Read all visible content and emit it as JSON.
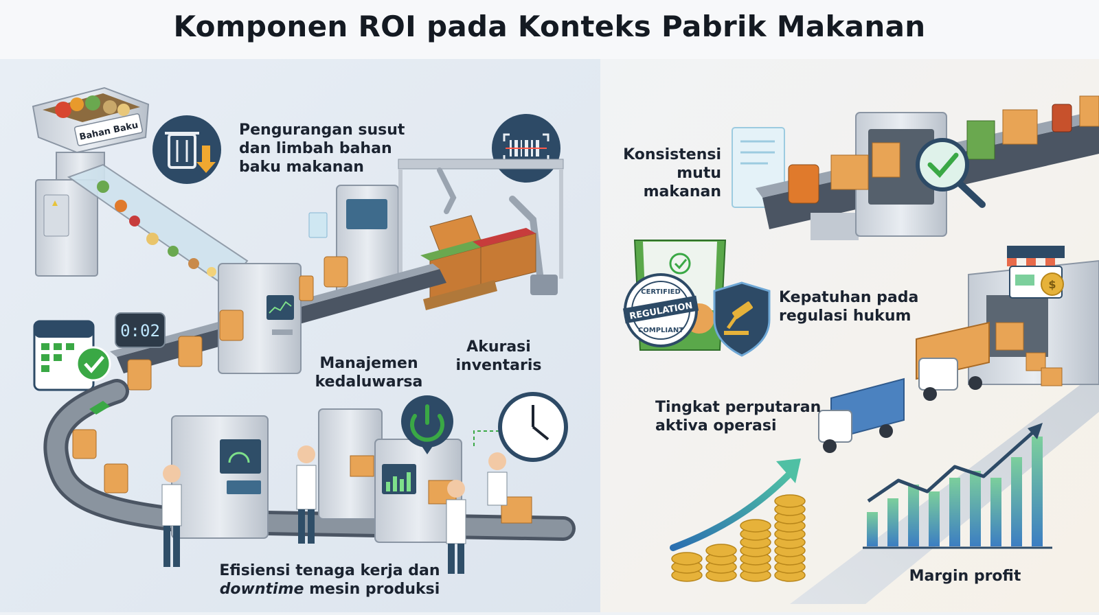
{
  "title": "Komponen ROI pada Konteks Pabrik Makanan",
  "hopper_label": "Bahan Baku",
  "timer_text": "0:02",
  "badge": {
    "line1": "CERTIFIED",
    "line2": "REGULATION",
    "line3": "COMPLIANT"
  },
  "labels": {
    "waste": [
      "Pengurangan susut",
      "dan limbah bahan",
      "baku makanan"
    ],
    "expiry": [
      "Manajemen",
      "kedaluwarsa"
    ],
    "inventory": [
      "Akurasi",
      "inventaris"
    ],
    "efficiency": {
      "line1": "Efisiensi tenaga kerja dan",
      "line2_em": "downtime",
      "line2_rest": " mesin produksi"
    },
    "quality": [
      "Konsistensi",
      "mutu",
      "makanan"
    ],
    "compliance": [
      "Kepatuhan pada",
      "regulasi hukum"
    ],
    "turnover": [
      "Tingkat perputaran",
      "aktiva operasi"
    ],
    "margin": "Margin profit"
  },
  "colors": {
    "accent_green": "#3aa845",
    "icon_navy": "#2d4a66",
    "panel_right": "#f4f1ea",
    "box": "#e8a455",
    "coin": "#e6b23a"
  }
}
